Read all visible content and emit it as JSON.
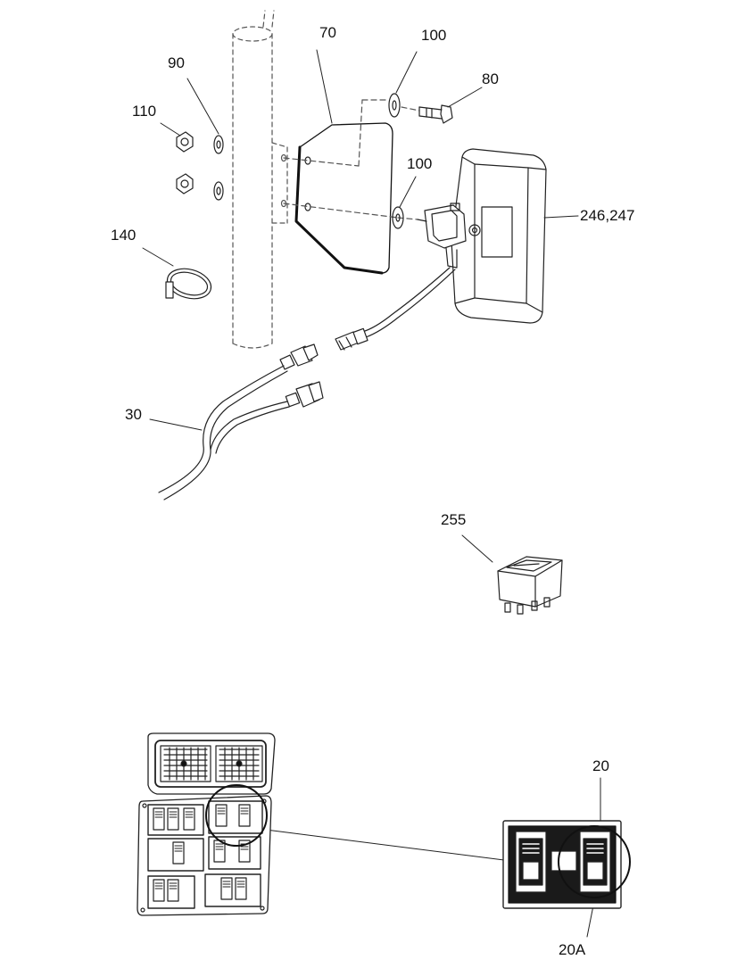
{
  "callouts": {
    "c70": "70",
    "c100a": "100",
    "c90": "90",
    "c80": "80",
    "c110": "110",
    "c100b": "100",
    "c246": "246,247",
    "c140": "140",
    "c30": "30",
    "c255": "255",
    "c20": "20",
    "c20a": "20A"
  },
  "colors": {
    "line": "#111111",
    "dashed": "#555555",
    "fill_dark": "#1a1a1a",
    "fill_light": "#ffffff"
  }
}
